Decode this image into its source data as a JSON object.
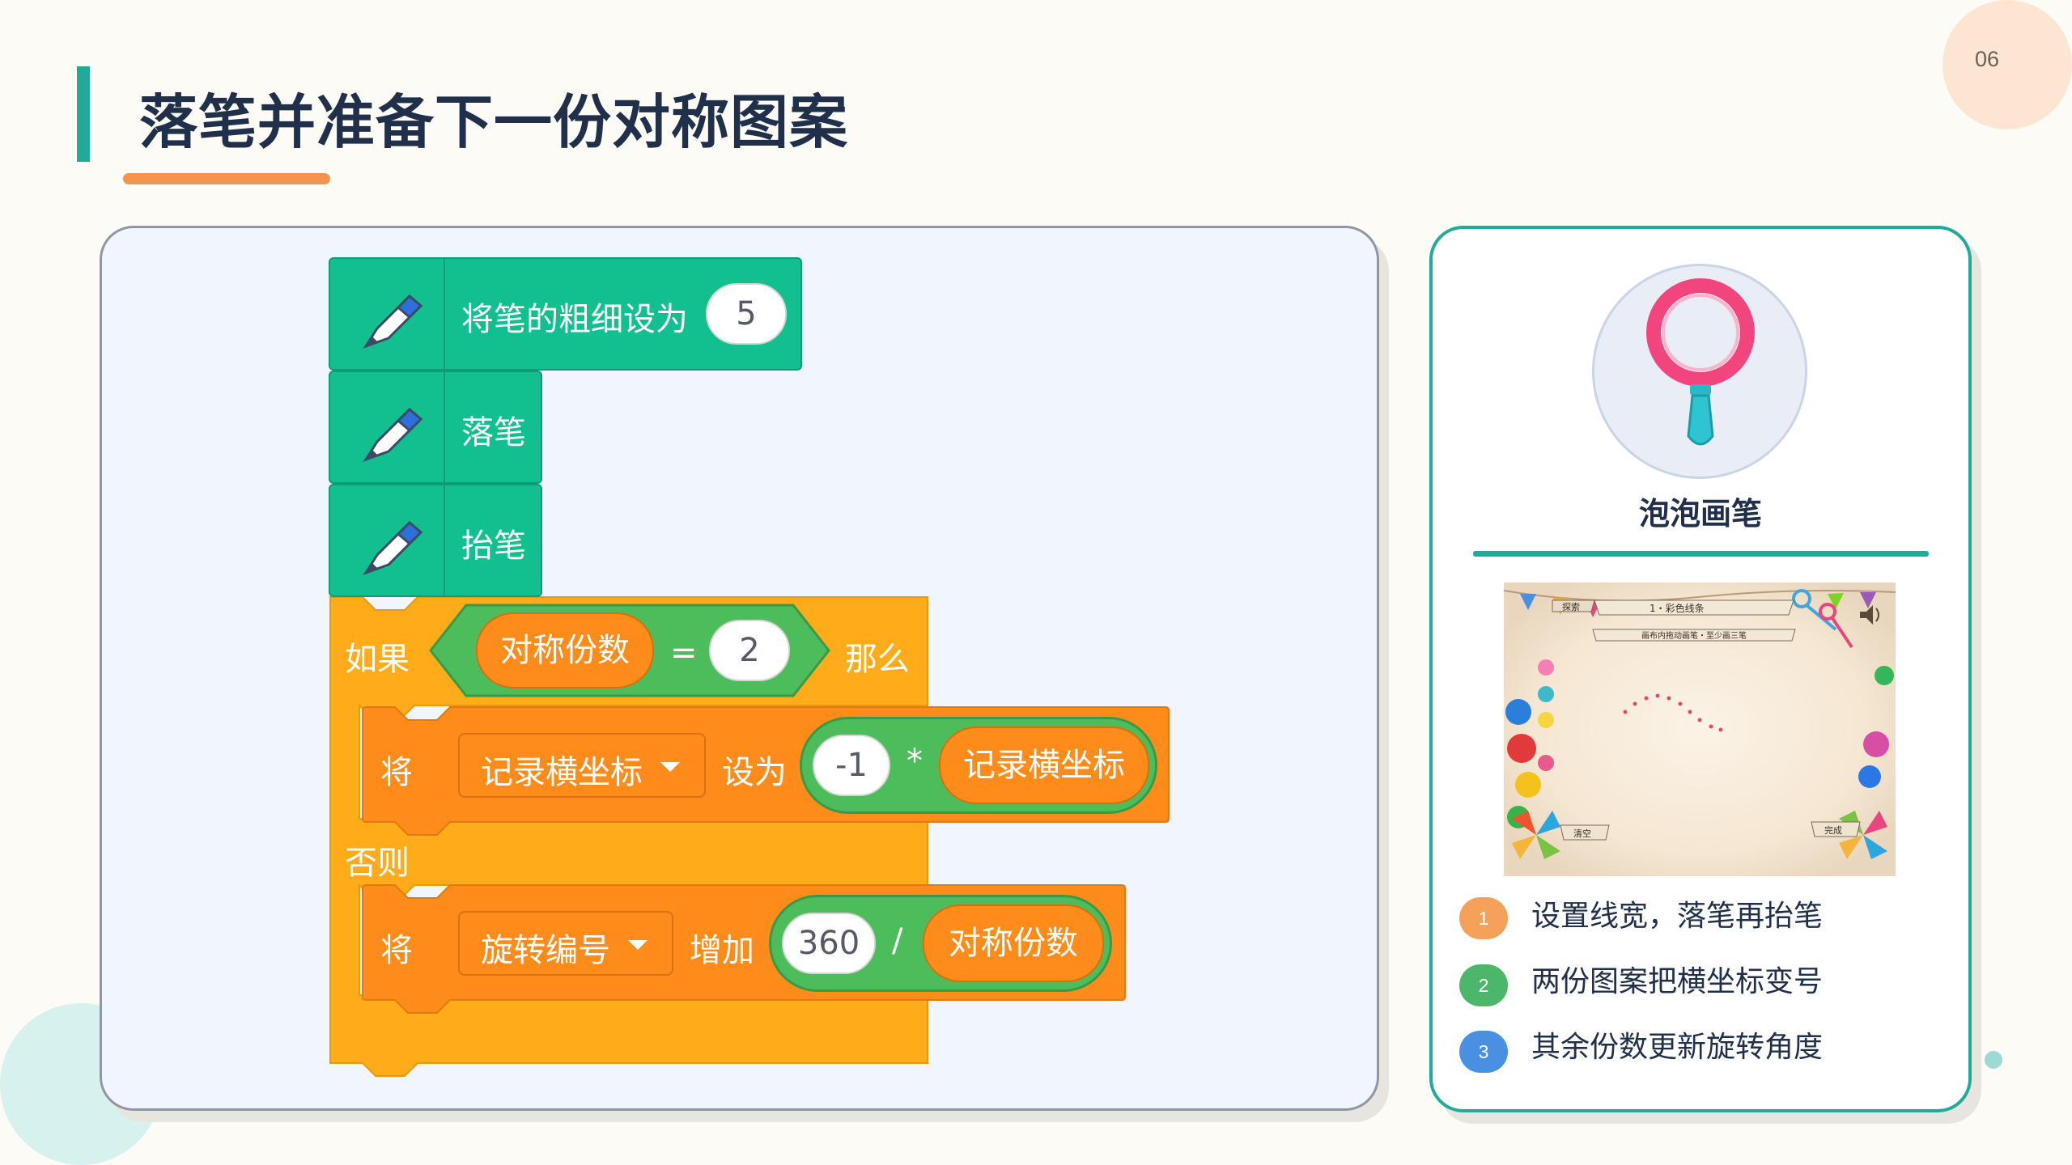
{
  "page_number": "06",
  "title": "落笔并准备下一份对称图案",
  "blocks": {
    "set_pen_size": {
      "label": "将笔的粗细设为",
      "value": "5"
    },
    "pen_down": {
      "label": "落笔"
    },
    "pen_up": {
      "label": "抬笔"
    },
    "if_block": {
      "if_label": "如果",
      "condition": {
        "left": "对称份数",
        "operator": "=",
        "right": "2"
      },
      "then_label": "那么",
      "else_label": "否则",
      "then_set": {
        "prefix": "将",
        "variable": "记录横坐标",
        "action": "设为",
        "operand": "-1",
        "operator": "*",
        "reporter": "记录横坐标"
      },
      "else_change": {
        "prefix": "将",
        "variable": "旋转编号",
        "action": "增加",
        "operand": "360",
        "operator": "/",
        "reporter": "对称份数"
      }
    }
  },
  "card": {
    "tool_name": "泡泡画笔",
    "icon": "bubble-wand-icon",
    "screenshot": {
      "tab_left": "探索",
      "tab_title": "1・彩色线条",
      "instruction": "画布内拖动画笔・至少画三笔",
      "clear_button": "清空",
      "done_button": "完成",
      "sound_icon": "speaker-icon"
    },
    "steps": [
      {
        "num": "1",
        "text": "设置线宽，落笔再抬笔",
        "color": "#F5A15A"
      },
      {
        "num": "2",
        "text": "两份图案把横坐标变号",
        "color": "#4CB76A"
      },
      {
        "num": "3",
        "text": "其余份数更新旋转角度",
        "color": "#4A90E2"
      }
    ]
  },
  "colors": {
    "accent": "#1FAA9A",
    "pen_block": "#12BF8E",
    "control_block": "#FFAB1A",
    "variable_block": "#FF8C1A",
    "operator": "#4DBD5C"
  }
}
